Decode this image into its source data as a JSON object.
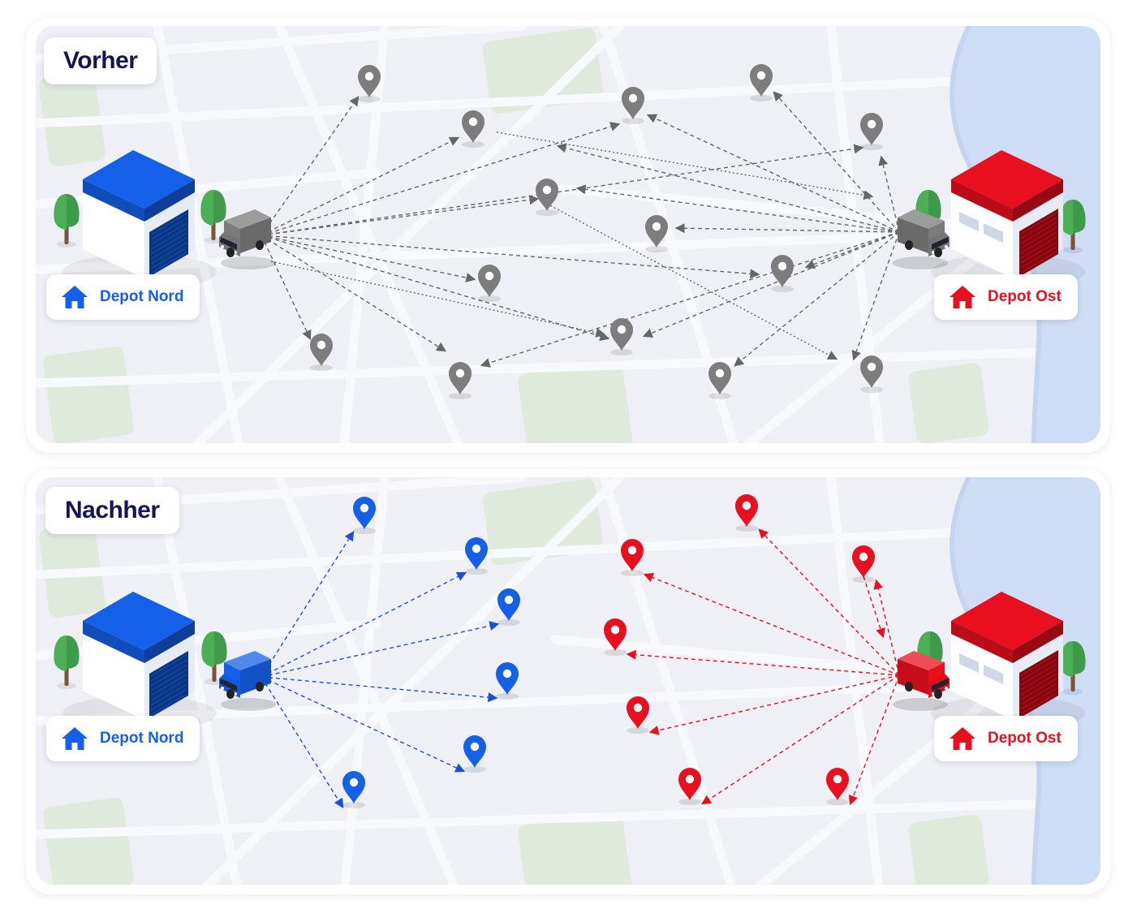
{
  "panels": [
    {
      "title": "Vorher",
      "depots": [
        {
          "label": "Depot Nord",
          "icon": "house-icon",
          "color": "#1560e8"
        },
        {
          "label": "Depot Ost",
          "icon": "house-icon",
          "color": "#e8101e"
        }
      ],
      "vehicles": [
        {
          "name": "van-nord",
          "color": "#7b7b7b"
        },
        {
          "name": "van-ost",
          "color": "#7b7b7b"
        }
      ],
      "route_color": "#666666",
      "stop_color": "#7d7d7d"
    },
    {
      "title": "Nachher",
      "depots": [
        {
          "label": "Depot Nord",
          "icon": "house-icon",
          "color": "#1560e8"
        },
        {
          "label": "Depot Ost",
          "icon": "house-icon",
          "color": "#e8101e"
        }
      ],
      "vehicles": [
        {
          "name": "van-nord",
          "color": "#1560e8"
        },
        {
          "name": "van-ost",
          "color": "#e8101e"
        }
      ],
      "route_colors": [
        "#1f4fd6",
        "#e8101e"
      ],
      "stop_colors": [
        "#1560e8",
        "#e8101e"
      ]
    }
  ]
}
